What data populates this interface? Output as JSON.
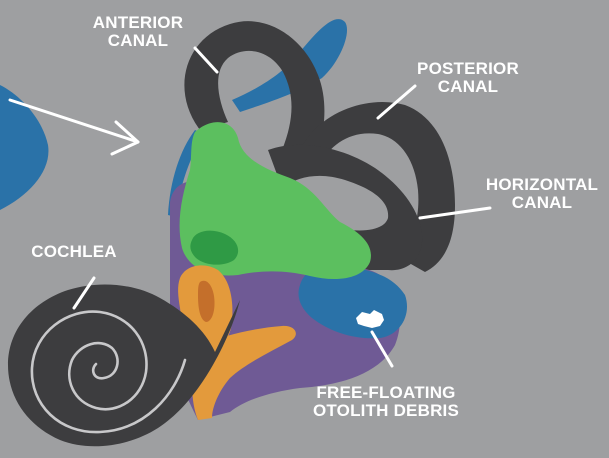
{
  "labels": {
    "anterior": [
      "ANTERIOR",
      "CANAL"
    ],
    "posterior": [
      "POSTERIOR",
      "CANAL"
    ],
    "horizontal": [
      "HORIZONTAL",
      "CANAL"
    ],
    "cochlea": [
      "COCHLEA"
    ],
    "otolith": [
      "FREE-FLOATING",
      "OTOLITH DEBRIS"
    ]
  },
  "colors": {
    "background": "#9e9fa1",
    "canal": "#3d3d3f",
    "utricle": "#5cbf5f",
    "utricle_spot": "#2f9a45",
    "endolymph_blue": "#2a72a8",
    "saccule_purple": "#6f5a95",
    "orange": "#e39a3c",
    "orange_dark": "#c46f2b",
    "debris": "#ffffff",
    "label_text": "#ffffff"
  }
}
